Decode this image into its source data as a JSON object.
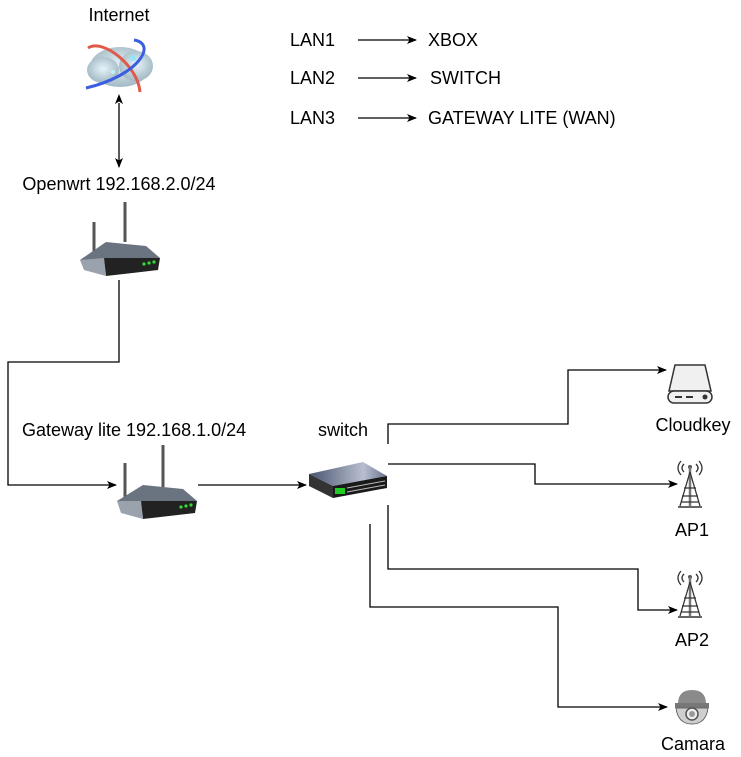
{
  "nodes": {
    "internet": {
      "label": "Internet"
    },
    "openwrt": {
      "label": "Openwrt 192.168.2.0/24"
    },
    "gateway": {
      "label": "Gateway lite 192.168.1.0/24"
    },
    "switch": {
      "label": "switch"
    },
    "cloudkey": {
      "label": "Cloudkey"
    },
    "ap1": {
      "label": "AP1"
    },
    "ap2": {
      "label": "AP2"
    },
    "camera": {
      "label": "Camara"
    }
  },
  "legend": [
    {
      "port": "LAN1",
      "target": "XBOX"
    },
    {
      "port": "LAN2",
      "target": "SWITCH"
    },
    {
      "port": "LAN3",
      "target": "GATEWAY LITE (WAN)"
    }
  ],
  "colors": {
    "line": "#000000",
    "led": "#33dd33"
  }
}
